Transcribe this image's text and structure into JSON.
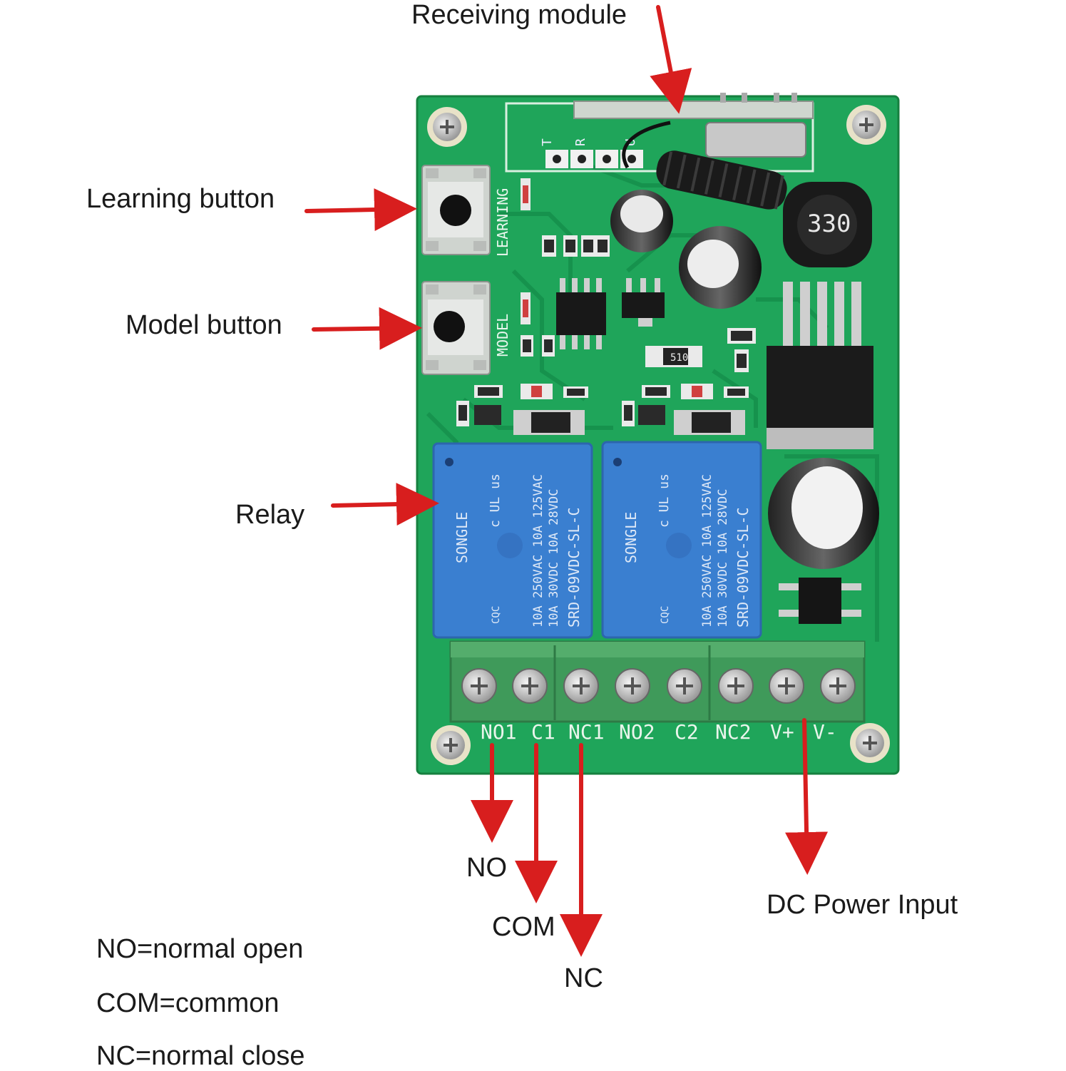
{
  "callouts": {
    "receiving_module": "Receiving module",
    "learning_button": "Learning button",
    "model_button": "Model button",
    "relay": "Relay",
    "no": "NO",
    "com": "COM",
    "nc": "NC",
    "dc_power_input": "DC Power Input"
  },
  "legend": [
    "NO=normal open",
    "COM=common",
    "NC=normal close"
  ],
  "board": {
    "silkscreen_learning": "LEARNING",
    "silkscreen_model": "MODEL",
    "module_pins": [
      "T",
      "R",
      "U"
    ],
    "inductor_code": "330",
    "resistor_code": "510",
    "terminals": [
      "NO1",
      "C1",
      "NC1",
      "NO2",
      "C2",
      "NC2",
      "V+",
      "V-"
    ],
    "relays": [
      {
        "brand": "SONGLE",
        "model": "SRD-09VDC-SL-C",
        "rating_1": "10A 250VAC 10A 125VAC",
        "rating_2": "10A 30VDC 10A 28VDC",
        "cert": "CQC",
        "ul": "c UL us"
      },
      {
        "brand": "SONGLE",
        "model": "SRD-09VDC-SL-C",
        "rating_1": "10A 250VAC 10A 125VAC",
        "rating_2": "10A 30VDC 10A 28VDC",
        "cert": "CQC",
        "ul": "c UL us"
      }
    ]
  },
  "colors": {
    "pcb": "#1fa55a",
    "relay": "#3a7fd0",
    "terminal": "#3f9a5a",
    "arrow": "#d81e1e"
  }
}
